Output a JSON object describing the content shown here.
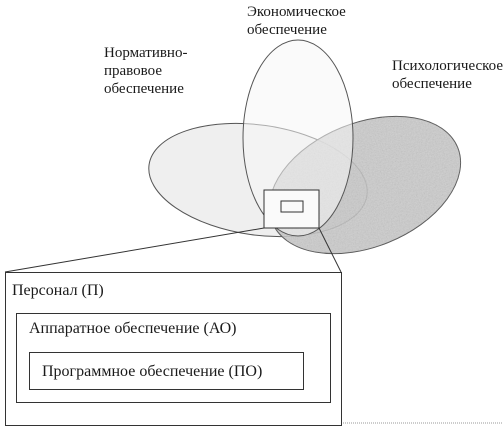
{
  "labels": {
    "legal": "Нормативно-\nправовое\nобеспечение",
    "economic": "Экономическое\nобеспечение",
    "psych": "Психологическое\nобеспечение"
  },
  "nested": {
    "personnel": "Персонал (П)",
    "hardware": "Аппаратное обеспечение (АО)",
    "software": "Программное обеспечение (ПО)"
  },
  "colors": {
    "line": "#333333",
    "legal_fill": "#efefef",
    "economic_fill": "#f4f4f4",
    "psych_fill": "#c9c9c9"
  }
}
